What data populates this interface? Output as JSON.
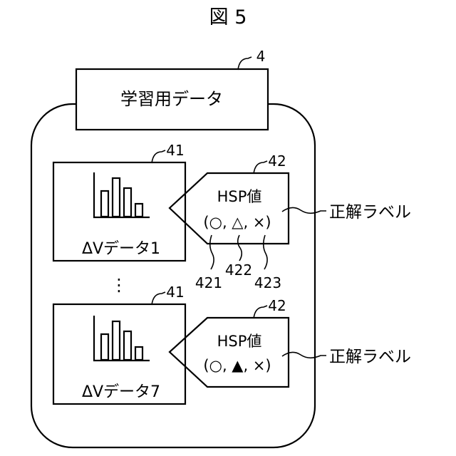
{
  "figure": {
    "title": "図 5"
  },
  "learning_data": {
    "label": "学習用データ",
    "ref": "4"
  },
  "samples": [
    {
      "ref": "41",
      "caption": "ΔVデータ1",
      "hsp": {
        "ref": "42",
        "title": "HSP値",
        "values_text": "(○, △, ×)",
        "value_refs": [
          "421",
          "422",
          "423"
        ]
      },
      "correct_label": "正解ラベル"
    },
    {
      "ref": "41",
      "caption": "ΔVデータ7",
      "hsp": {
        "ref": "42",
        "title": "HSP値",
        "values_text": "(○, ▲, ×)"
      },
      "correct_label": "正解ラベル"
    }
  ],
  "ellipsis": "⋮",
  "icons": [
    "bar-chart-icon"
  ]
}
